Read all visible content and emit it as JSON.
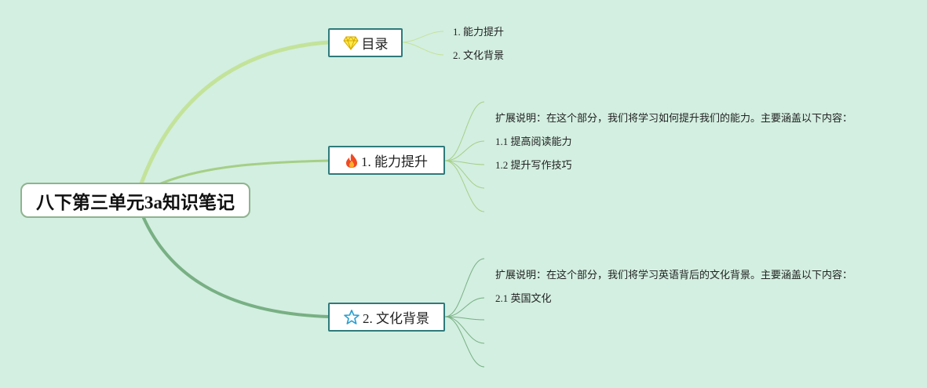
{
  "root": {
    "title": "八下第三单元3a知识笔记"
  },
  "branches": [
    {
      "icon": "gem-icon",
      "label": "目录",
      "children": [
        "1. 能力提升",
        "2. 文化背景"
      ]
    },
    {
      "icon": "fire-icon",
      "label": "1. 能力提升",
      "children": [
        "扩展说明：在这个部分，我们将学习如何提升我们的能力。主要涵盖以下内容：",
        "1.1 提高阅读能力",
        "1.2 提升写作技巧",
        "",
        ""
      ]
    },
    {
      "icon": "star-icon",
      "label": "2. 文化背景",
      "children": [
        "扩展说明：在这个部分，我们将学习英语背后的文化背景。主要涵盖以下内容：",
        "2.1 英国文化",
        "",
        "",
        ""
      ]
    }
  ],
  "colors": {
    "background": "#d3efe1",
    "branch_toc": "#c3e39a",
    "branch_ability": "#a6cf86",
    "branch_culture": "#78b083",
    "topic_border": "#2f7a7a",
    "root_border": "#8fb38f"
  }
}
